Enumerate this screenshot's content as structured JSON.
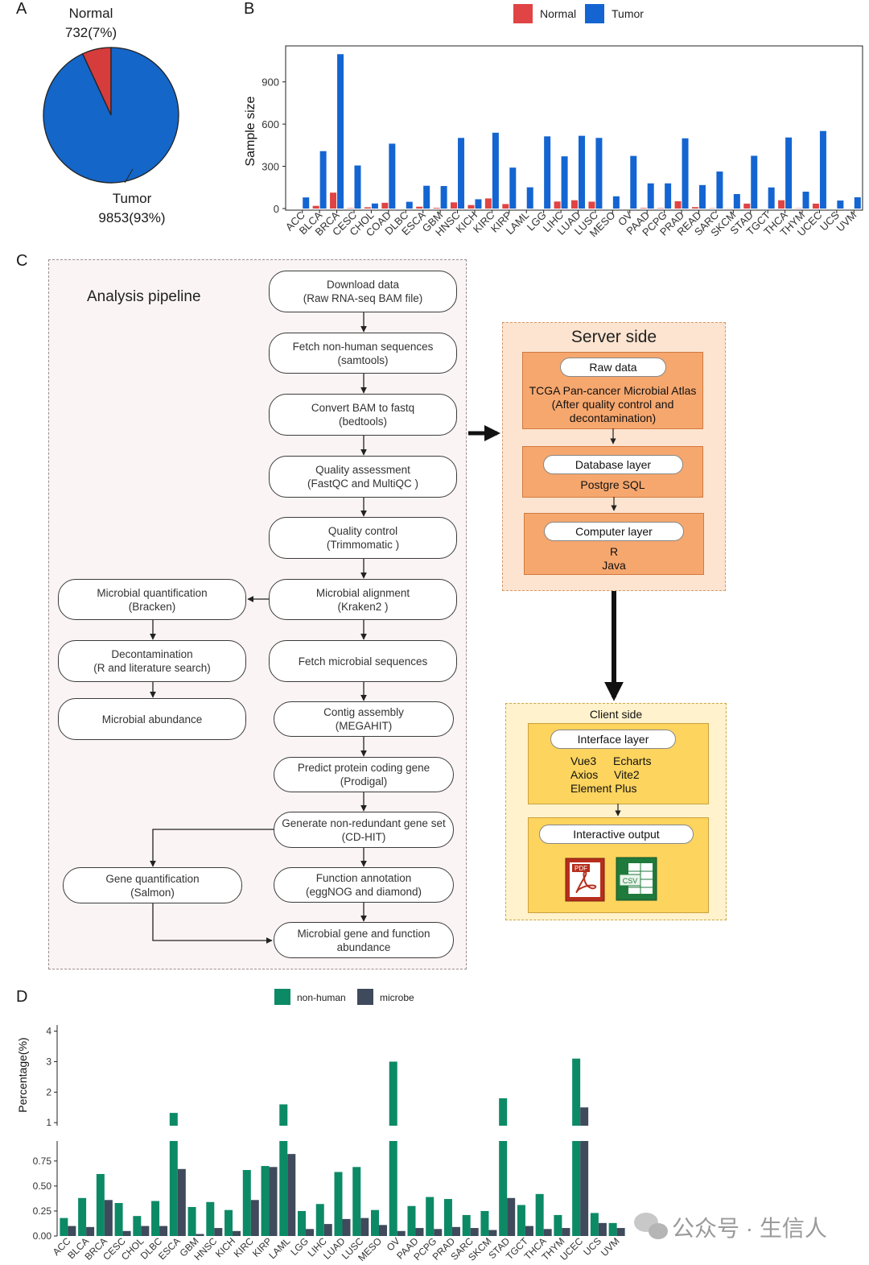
{
  "panels": {
    "a": "A",
    "b": "B",
    "c": "C",
    "d": "D"
  },
  "pie": {
    "normal_label": "Normal",
    "normal_value": "732(7%)",
    "tumor_label": "Tumor",
    "tumor_value": "9853(93%)",
    "colors": {
      "normal": "#d63c3c",
      "tumor": "#1466c8"
    }
  },
  "chart_data": [
    {
      "type": "pie",
      "panel": "A",
      "categories": [
        "Normal",
        "Tumor"
      ],
      "values": [
        732,
        9853
      ],
      "percent": [
        7,
        93
      ]
    },
    {
      "type": "bar",
      "panel": "B",
      "ylabel": "Sample size",
      "ylim": [
        0,
        1150
      ],
      "yticks": [
        0,
        300,
        600,
        900
      ],
      "categories": [
        "ACC",
        "BLCA",
        "BRCA",
        "CESC",
        "CHOL",
        "COAD",
        "DLBC",
        "ESCA",
        "GBM",
        "HNSC",
        "KICH",
        "KIRC",
        "KIRP",
        "LAML",
        "LGG",
        "LIHC",
        "LUAD",
        "LUSC",
        "MESO",
        "OV",
        "PAAD",
        "PCPG",
        "PRAD",
        "READ",
        "SARC",
        "SKCM",
        "STAD",
        "TGCT",
        "THCA",
        "THYM",
        "UCEC",
        "UCS",
        "UVM"
      ],
      "series": [
        {
          "name": "Normal",
          "color": "#e04444",
          "values": [
            0,
            19,
            113,
            3,
            9,
            41,
            0,
            13,
            5,
            44,
            25,
            72,
            32,
            0,
            0,
            50,
            59,
            49,
            0,
            0,
            4,
            3,
            52,
            10,
            2,
            1,
            35,
            0,
            59,
            2,
            35,
            0,
            0
          ]
        },
        {
          "name": "Tumor",
          "color": "#1465d2",
          "values": [
            79,
            408,
            1097,
            306,
            36,
            461,
            48,
            162,
            160,
            502,
            66,
            539,
            291,
            151,
            513,
            371,
            517,
            502,
            87,
            374,
            179,
            179,
            499,
            167,
            263,
            103,
            375,
            150,
            505,
            120,
            551,
            57,
            80
          ]
        }
      ],
      "legend": "top"
    },
    {
      "type": "bar",
      "panel": "D",
      "ylabel": "Percentage(%)",
      "axis_break": true,
      "lower_ylim": [
        0,
        0.95
      ],
      "lower_yticks": [
        "0.00",
        "0.25",
        "0.50",
        "0.75"
      ],
      "upper_ylim": [
        0.9,
        4.2
      ],
      "upper_yticks": [
        "1",
        "2",
        "3",
        "4"
      ],
      "categories": [
        "ACC",
        "BLCA",
        "BRCA",
        "CESC",
        "CHOL",
        "DLBC",
        "ESCA",
        "GBM",
        "HNSC",
        "KICH",
        "KIRC",
        "KIRP",
        "LAML",
        "LGG",
        "LIHC",
        "LUAD",
        "LUSC",
        "MESO",
        "OV",
        "PAAD",
        "PCPG",
        "PRAD",
        "SARC",
        "SKCM",
        "STAD",
        "TGCT",
        "THCA",
        "THYM",
        "UCEC",
        "UCS",
        "UVM"
      ],
      "series": [
        {
          "name": "non-human",
          "color": "#0c8a66",
          "values": [
            0.18,
            0.38,
            0.62,
            0.33,
            0.2,
            0.35,
            1.32,
            0.29,
            0.34,
            0.26,
            0.66,
            0.7,
            1.6,
            0.25,
            0.32,
            0.64,
            0.69,
            0.26,
            3.0,
            0.3,
            0.39,
            0.37,
            0.21,
            0.25,
            1.8,
            0.31,
            0.42,
            0.21,
            3.1,
            0.23,
            0.13
          ]
        },
        {
          "name": "microbe",
          "color": "#3f4a5c",
          "values": [
            0.1,
            0.09,
            0.36,
            0.05,
            0.1,
            0.1,
            0.67,
            0.02,
            0.08,
            0.05,
            0.36,
            0.69,
            0.82,
            0.07,
            0.12,
            0.17,
            0.18,
            0.11,
            0.05,
            0.08,
            0.07,
            0.09,
            0.08,
            0.06,
            0.38,
            0.1,
            0.07,
            0.08,
            1.5,
            0.13,
            0.08
          ]
        }
      ],
      "legend": "top"
    }
  ],
  "pipeline": {
    "title": "Analysis pipeline",
    "nodes": {
      "download": [
        "Download data",
        "(Raw RNA-seq BAM file)"
      ],
      "fetch_nonhuman": [
        "Fetch non-human sequences",
        "(samtools)"
      ],
      "convert": [
        "Convert BAM to fastq",
        "(bedtools)"
      ],
      "quality_assess": [
        "Quality assessment",
        "(FastQC and MultiQC )"
      ],
      "quality_control": [
        "Quality control",
        "(Trimmomatic )"
      ],
      "alignment": [
        "Microbial alignment",
        "(Kraken2 )"
      ],
      "quantification": [
        "Microbial quantification",
        "(Bracken)"
      ],
      "decontam": [
        "Decontamination",
        "(R and literature search)"
      ],
      "abundance": [
        "Microbial abundance"
      ],
      "fetch_microbial": [
        "Fetch microbial sequences"
      ],
      "contig": [
        "Contig assembly",
        "(MEGAHIT)"
      ],
      "predict": [
        "Predict protein coding gene",
        "(Prodigal)"
      ],
      "nonredundant": [
        "Generate non-redundant gene set",
        "(CD-HIT)"
      ],
      "gene_quant": [
        "Gene quantification",
        "(Salmon)"
      ],
      "function_annot": [
        "Function annotation",
        "(eggNOG and diamond)"
      ],
      "gene_function": [
        "Microbial gene and function",
        "abundance"
      ]
    }
  },
  "server": {
    "title": "Server side",
    "raw_data": {
      "label": "Raw data",
      "lines": [
        "TCGA Pan-cancer Microbial Atlas",
        "(After quality control and",
        "decontamination)"
      ]
    },
    "database": {
      "label": "Database layer",
      "lines": [
        "Postgre SQL"
      ]
    },
    "computer": {
      "label": "Computer layer",
      "lines": [
        "R",
        "Java"
      ]
    }
  },
  "client": {
    "title": "Client side",
    "interface": {
      "label": "Interface layer",
      "col1": [
        "Vue3",
        "Axios",
        "Element Plus"
      ],
      "col2": [
        "Echarts",
        "Vite2"
      ]
    },
    "output": {
      "label": "Interactive output",
      "pdf_label": "PDF",
      "csv_label": "CSV"
    }
  },
  "watermark": "公众号 · 生信人"
}
